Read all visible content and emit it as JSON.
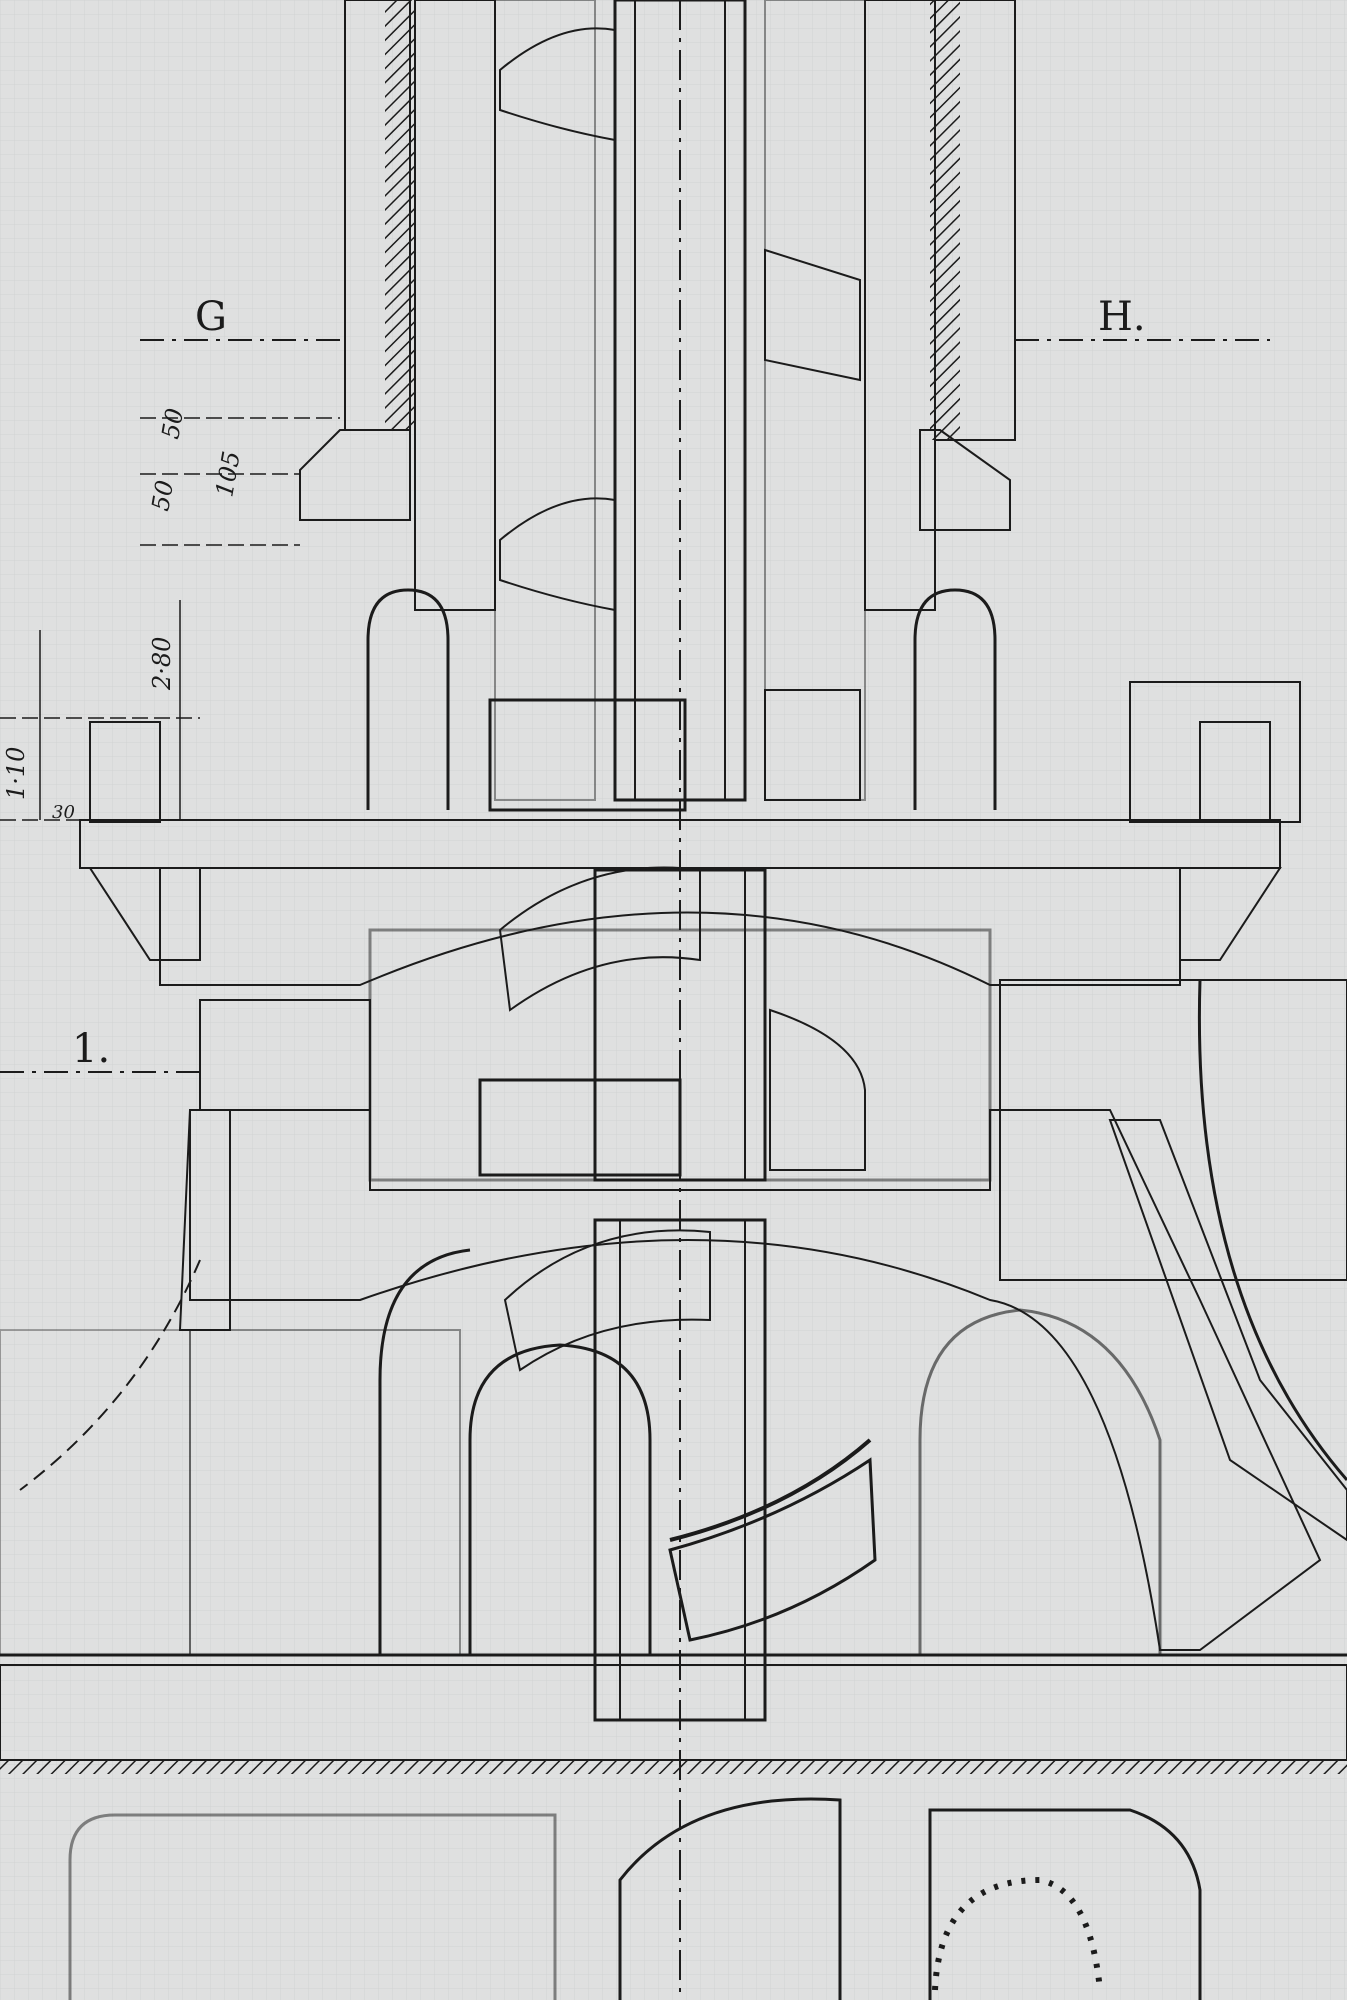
{
  "drawing": {
    "section_labels": {
      "left": "G",
      "right": "H.",
      "level": "1."
    },
    "dimensions": {
      "d1": "50",
      "d2": "50",
      "d3": "105",
      "height_upper": "2·80",
      "height_lower": "1·10",
      "small": "30"
    }
  },
  "colors": {
    "paper": "#dfe0e0",
    "ink": "#1b1b1b"
  }
}
